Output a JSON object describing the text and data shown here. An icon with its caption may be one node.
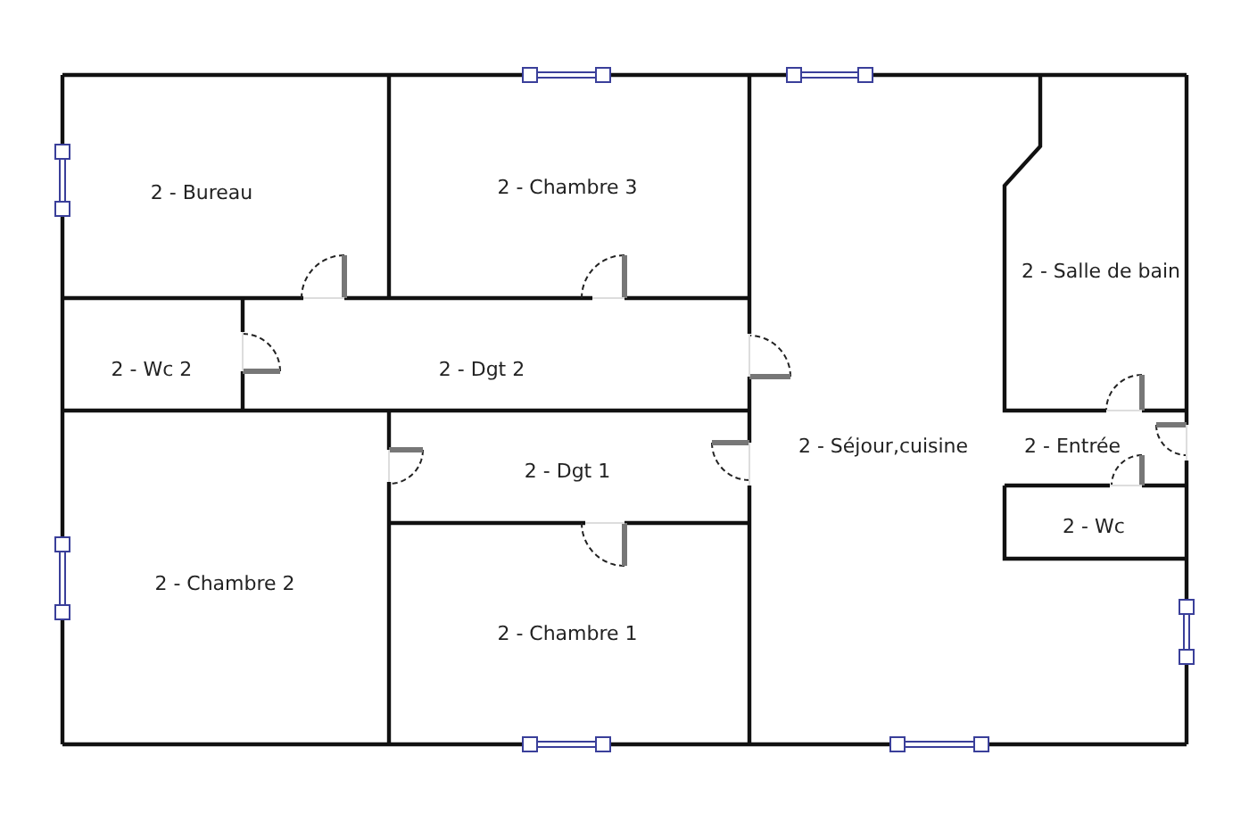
{
  "diagram": {
    "labels": [
      "2 - Bureau",
      "2 - Chambre 3",
      "2 - Salle de bain",
      "2 - Wc 2",
      "2 - Dgt 2",
      "2 - Dgt 1",
      "2 - Séjour,cuisine",
      "2 - Entrée",
      "2 - Wc",
      "2 - Chambre 2",
      "2 - Chambre 1"
    ]
  }
}
